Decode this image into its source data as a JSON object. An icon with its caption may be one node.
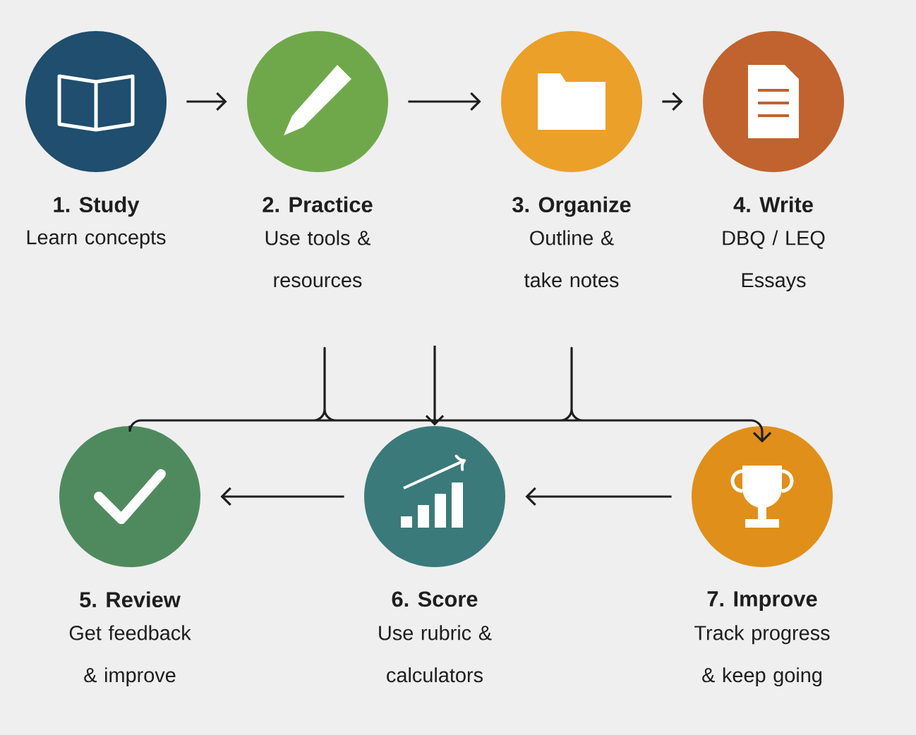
{
  "diagram": {
    "nodes": [
      {
        "text": [
          "1. Study",
          "Learn concepts"
        ]
      },
      {
        "text": [
          "2. Practice",
          "Use tools & resources"
        ]
      },
      {
        "text": [
          "3. Organize",
          "Outline & take notes"
        ]
      },
      {
        "text": [
          "4. Write",
          "DBQ / LEQ Essays"
        ]
      },
      {
        "text": [
          "5. Review",
          "Get feedback & improve"
        ]
      },
      {
        "text": [
          "6. Score",
          "Use rubric & calculators"
        ]
      },
      {
        "text": [
          "7. Improve",
          "Track progress & keep going"
        ]
      }
    ],
    "edges": [
      {
        "from": 0,
        "to": 1,
        "arrow": "to"
      },
      {
        "from": 1,
        "to": 2,
        "arrow": "to"
      },
      {
        "from": 2,
        "to": 3,
        "arrow": "to"
      },
      {
        "from": 5,
        "to": 4,
        "arrow": "to"
      },
      {
        "from": 6,
        "to": 5,
        "arrow": "to"
      },
      {
        "from": 4,
        "to": 6,
        "arrow": "to"
      },
      {
        "from": null,
        "to": 5,
        "arrow": "to"
      }
    ]
  }
}
